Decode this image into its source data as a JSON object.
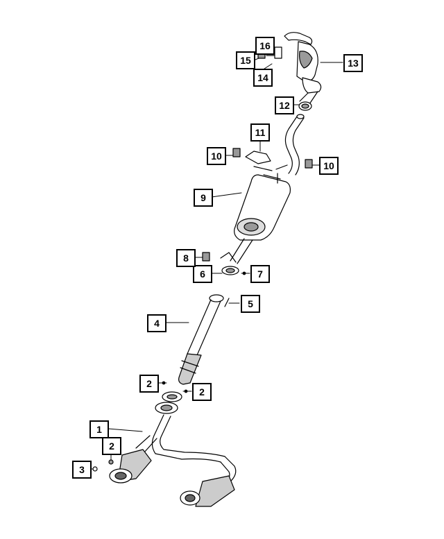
{
  "callouts": {
    "c1": "1",
    "c2a": "2",
    "c2b": "2",
    "c2c": "2",
    "c3": "3",
    "c4": "4",
    "c5": "5",
    "c6": "6",
    "c7": "7",
    "c8": "8",
    "c9": "9",
    "c10a": "10",
    "c10b": "10",
    "c11": "11",
    "c12": "12",
    "c13": "13",
    "c14": "14",
    "c15": "15",
    "c16": "16"
  }
}
